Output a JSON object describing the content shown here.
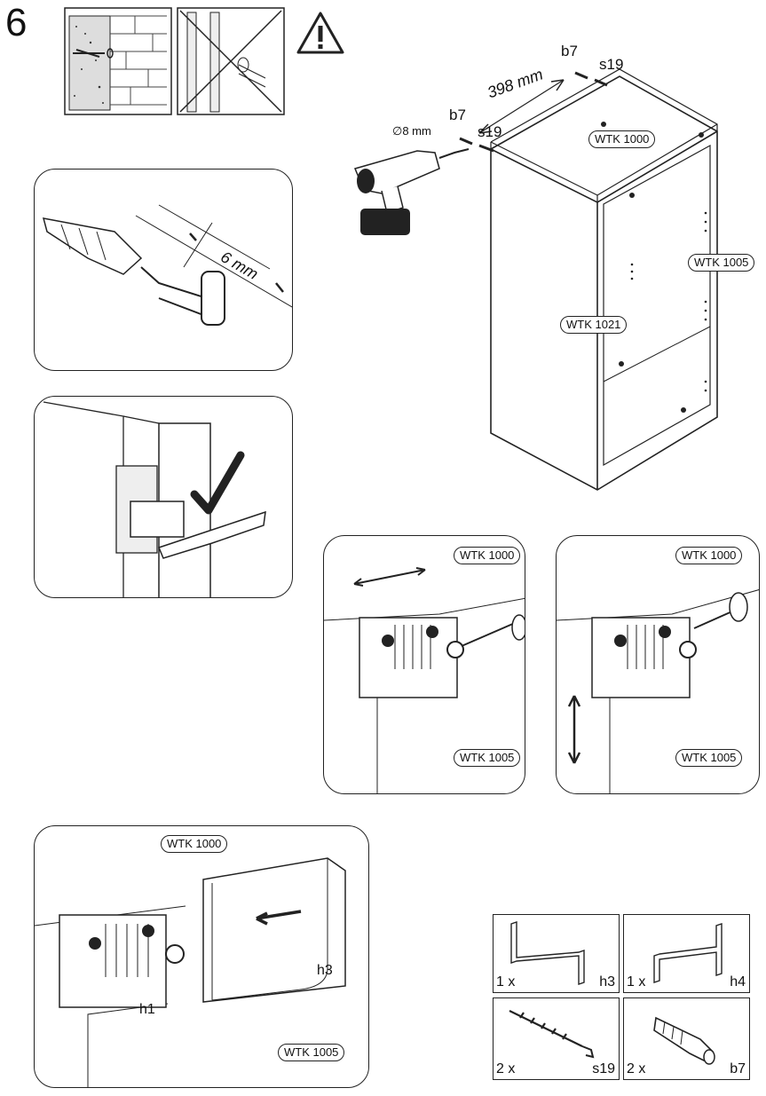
{
  "step_number": "6",
  "main": {
    "dimension": "398 mm",
    "drill_bit": "∅8 mm",
    "b7_top": "b7",
    "s19_top": "s19",
    "b7_left": "b7",
    "s19_left": "s19",
    "wtk1000": "WTK 1000",
    "wtk1005": "WTK 1005",
    "wtk1021": "WTK 1021"
  },
  "detail_screw": {
    "gap": "6 mm"
  },
  "adjust_left": {
    "top_label": "WTK 1000",
    "bottom_label": "WTK 1005"
  },
  "adjust_right": {
    "top_label": "WTK 1000",
    "bottom_label": "WTK 1005"
  },
  "cover_detail": {
    "top_label": "WTK 1000",
    "bottom_label": "WTK 1005",
    "part_h1": "h1",
    "part_h3": "h3"
  },
  "parts": [
    {
      "qty": "1 x",
      "code": "h3"
    },
    {
      "qty": "1 x",
      "code": "h4"
    },
    {
      "qty": "2 x",
      "code": "s19"
    },
    {
      "qty": "2 x",
      "code": "b7"
    }
  ]
}
